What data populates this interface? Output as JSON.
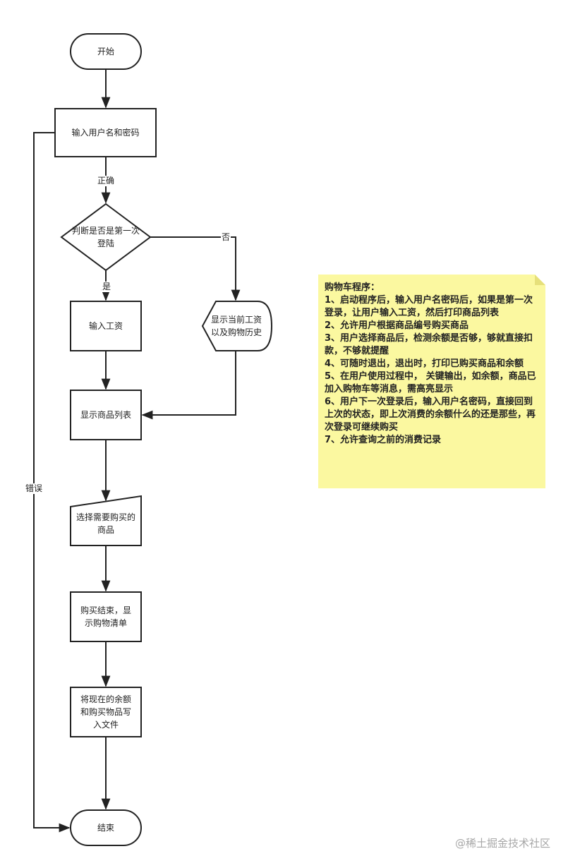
{
  "nodes": {
    "start": "开始",
    "login": "输入用户名和密码",
    "first_login": "判断是否是第一次\n登陆",
    "input_salary": "输入工资",
    "show_history": "显示当前工资\n以及购物历史",
    "show_products": "显示商品列表",
    "select_products": "选择需要购买的\n商品",
    "purchase_done": "购买结束，显\n示购物清单",
    "write_file": "将现在的余额\n和购买物品写\n入文件",
    "end": "结束"
  },
  "edge_labels": {
    "correct": "正确",
    "no": "否",
    "yes": "是",
    "error": "错误"
  },
  "note": {
    "lines": [
      "购物车程序：",
      "1、启动程序后，输入用户名密码后，如果是第一次登录，让用户输入工资，然后打印商品列表",
      "2、允许用户根据商品编号购买商品",
      "3、用户选择商品后，检测余额是否够，够就直接扣款，不够就提醒",
      "4、可随时退出，退出时，打印已购买商品和余额",
      "5、在用户使用过程中， 关键输出，如余额，商品已加入购物车等消息，需高亮显示",
      "6、用户下一次登录后，输入用户名密码，直接回到上次的状态，即上次消费的余额什么的还是那些，再次登录可继续购买",
      "7、允许查询之前的消费记录"
    ]
  },
  "watermark": "@稀土掘金技术社区",
  "colors": {
    "stroke": "#222222",
    "note_fill": "#fbf8a0",
    "watermark": "#a7a7a7"
  }
}
